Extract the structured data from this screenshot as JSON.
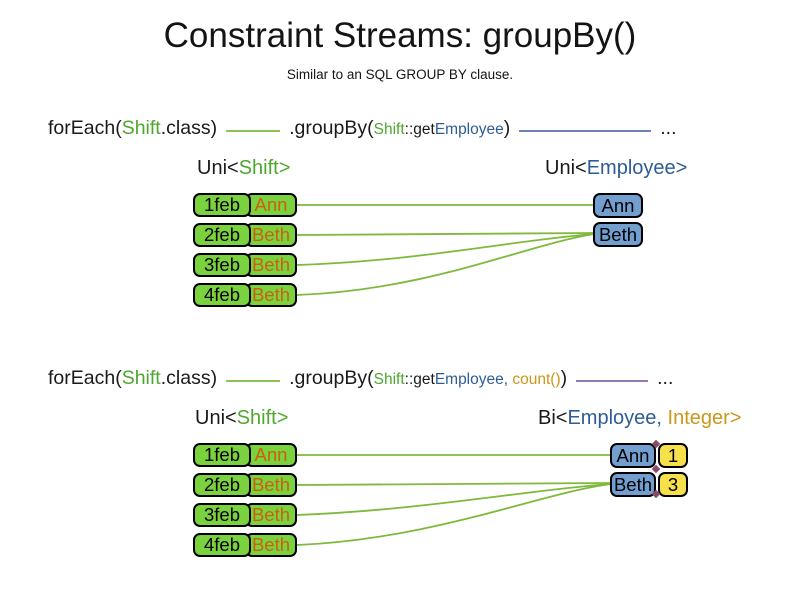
{
  "title": "Constraint Streams: groupBy()",
  "subtitle": "Similar to an SQL GROUP BY clause.",
  "colors": {
    "shift_type_green": "#4EA72E",
    "employee_type_blue": "#2E5C94",
    "integer_type_gold": "#C9971A",
    "employee_name_orange": "#CE5F0E",
    "shift_box_fill_green": "#79D23E",
    "employee_box_fill_blue": "#729FCF",
    "count_box_fill_yellow": "#F6E14B",
    "stream_line_green": "#8CC455",
    "stream_line_blue": "#6B82B6",
    "stream_line_purple": "#9479B5",
    "connector_green": "#7FB93C"
  },
  "code_line_1": {
    "foreach_pre": "forEach(",
    "foreach_type": "Shift",
    "foreach_post": ".class)",
    "groupby_pre": ".groupBy(",
    "arg_class": "Shift",
    "arg_accessor": "::get",
    "arg_type": "Employee",
    "groupby_post": ")",
    "ellipsis": "..."
  },
  "code_line_2": {
    "foreach_pre": "forEach(",
    "foreach_type": "Shift",
    "foreach_post": ".class)",
    "groupby_pre": ".groupBy(",
    "arg_class": "Shift",
    "arg_accessor": "::get",
    "arg_type": "Employee",
    "arg_sep": ", ",
    "arg_count": "count()",
    "groupby_post": ")",
    "ellipsis": "..."
  },
  "diagram_1": {
    "left_header": {
      "pre": "Uni<",
      "type": "Shift",
      "post": ">"
    },
    "right_header": {
      "pre": "Uni<",
      "type": "Employee",
      "post": ">"
    },
    "shift_rows": [
      {
        "date": "1feb",
        "employee": "Ann"
      },
      {
        "date": "2feb",
        "employee": "Beth"
      },
      {
        "date": "3feb",
        "employee": "Beth"
      },
      {
        "date": "4feb",
        "employee": "Beth"
      }
    ],
    "employee_groups": [
      {
        "name": "Ann"
      },
      {
        "name": "Beth"
      }
    ]
  },
  "diagram_2": {
    "left_header": {
      "pre": "Uni<",
      "type": "Shift",
      "post": ">"
    },
    "right_header": {
      "pre": "Bi<",
      "type1": "Employee",
      "sep": ", ",
      "type2": "Integer",
      "post": ">"
    },
    "shift_rows": [
      {
        "date": "1feb",
        "employee": "Ann"
      },
      {
        "date": "2feb",
        "employee": "Beth"
      },
      {
        "date": "3feb",
        "employee": "Beth"
      },
      {
        "date": "4feb",
        "employee": "Beth"
      }
    ],
    "employee_groups": [
      {
        "name": "Ann",
        "count": "1"
      },
      {
        "name": "Beth",
        "count": "3"
      }
    ]
  }
}
